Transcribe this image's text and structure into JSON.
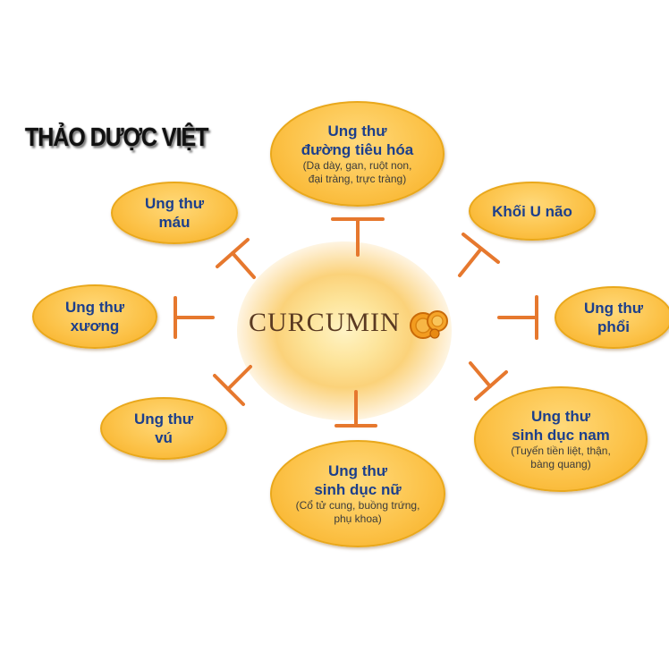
{
  "brand": "THẢO DƯỢC VIỆT",
  "center": {
    "label": "CURCUMIN",
    "icon": "turmeric-slices-icon"
  },
  "colors": {
    "node_fill": "#fcc34a",
    "node_text": "#1c3f8c",
    "connector": "#e6782e",
    "center_text": "#5a3a22"
  },
  "nodes": {
    "digestive": {
      "title1": "Ung thư",
      "title2": "đường tiêu hóa",
      "sub1": "(Dạ dày, gan, ruột non,",
      "sub2": "đại tràng, trực tràng)"
    },
    "blood": {
      "title1": "Ung thư",
      "title2": "máu"
    },
    "brain": {
      "title1": "Khối U não"
    },
    "bone": {
      "title1": "Ung thư",
      "title2": "xương"
    },
    "lung": {
      "title1": "Ung thư",
      "title2": "phổi"
    },
    "breast": {
      "title1": "Ung thư",
      "title2": "vú"
    },
    "male": {
      "title1": "Ung thư",
      "title2": "sinh dục nam",
      "sub1": "(Tuyến tiền liệt, thận,",
      "sub2": "bàng quang)"
    },
    "female": {
      "title1": "Ung thư",
      "title2": "sinh dục nữ",
      "sub1": "(Cổ tử cung, buồng trứng,",
      "sub2": "phụ khoa)"
    }
  }
}
